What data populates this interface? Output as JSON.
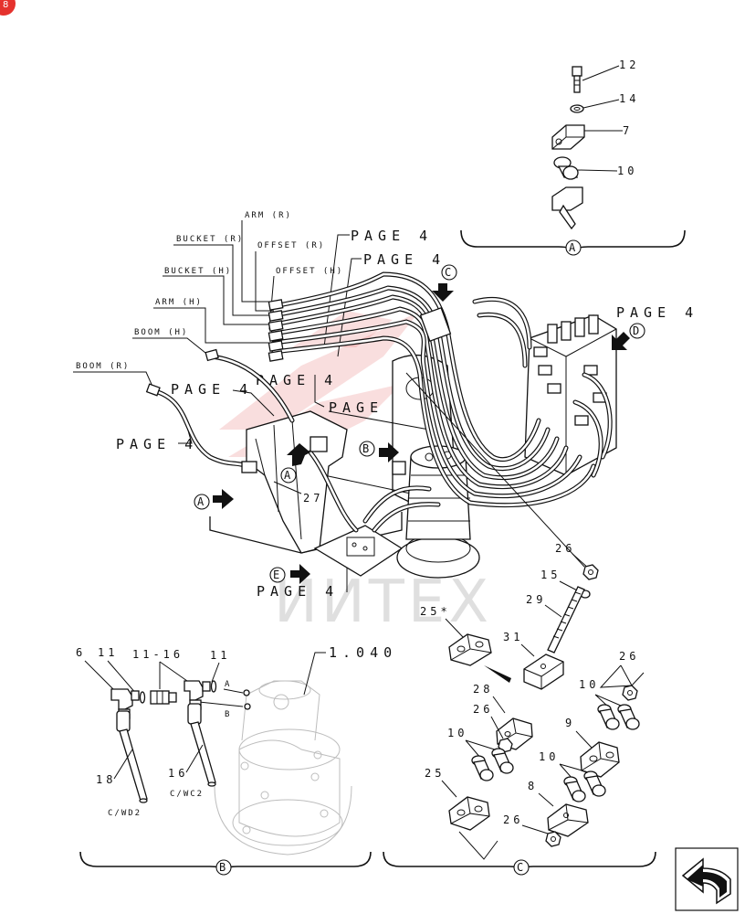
{
  "corner_badge": {
    "color": "#e5322d",
    "text": "8"
  },
  "watermark": {
    "text": "ИИТЕХ",
    "color": "#e04a4a"
  },
  "hose_labels": {
    "arm_r": "ARM (R)",
    "bucket_r": "BUCKET (R)",
    "offset_r": "OFFSET (R)",
    "bucket_h": "BUCKET (H)",
    "offset_h": "OFFSET (H)",
    "arm_h": "ARM (H)",
    "boom_h": "BOOM (H)",
    "boom_r": "BOOM (R)"
  },
  "page_refs": {
    "p1": "PAGE 4",
    "p2": "PAGE 4",
    "p3": "PAGE 4",
    "p4": "PAGE 4",
    "p5": "PAGE 4",
    "p6": "PAGE 4",
    "p7": "PAGE 4",
    "p8": "PAGE 4"
  },
  "view_letters": {
    "a1": "A",
    "a2": "A",
    "a3": "A",
    "b1": "B",
    "b2": "B",
    "c1": "C",
    "c2": "C",
    "d1": "D",
    "e1": "E"
  },
  "part_numbers": {
    "n12": "12",
    "n14": "14",
    "n7": "7",
    "n10a": "10",
    "n27": "27",
    "n26a": "26",
    "n15": "15",
    "n29": "29",
    "n25s": "25*",
    "n31": "31",
    "n26b": "26",
    "n28": "28",
    "n26c": "26",
    "n10b": "10",
    "n10c": "10",
    "n9": "9",
    "n10d": "10",
    "n25": "25",
    "n8": "8",
    "n26d": "26",
    "n6": "6",
    "n11a": "11",
    "n11_16": "11-16",
    "n11b": "11",
    "n1040": "1.040",
    "n18": "18",
    "n16": "16"
  },
  "port_labels": {
    "a": "A",
    "b": "B"
  },
  "hose_codes": {
    "c1": "C/WD2",
    "c2": "C/WC2"
  },
  "nav_icon": "return-arrow-icon"
}
